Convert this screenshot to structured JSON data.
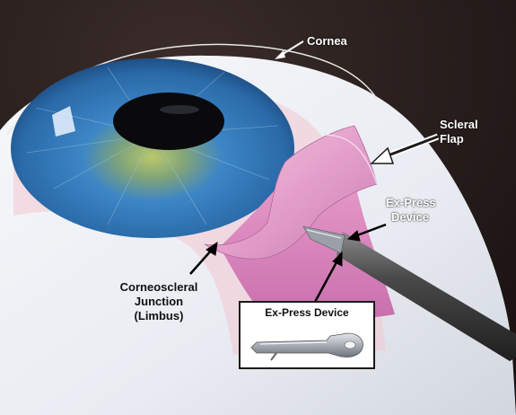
{
  "labels": {
    "cornea": "Cornea",
    "scleral_flap": [
      "Scleral",
      "Flap"
    ],
    "ex_press_device": [
      "Ex-Press",
      "Device"
    ],
    "limbus": [
      "Corneoscleral",
      "Junction",
      "(Limbus)"
    ]
  },
  "inset": {
    "title": "Ex-Press Device"
  },
  "colors": {
    "background": "#2a1f1e",
    "sclera": "#eef0f4",
    "iris": "#2f78b8",
    "pupil": "#0a0a0c",
    "flap": "#e6a6cf",
    "bed": "#d47ab6",
    "instrument": "#3a3a3a"
  }
}
